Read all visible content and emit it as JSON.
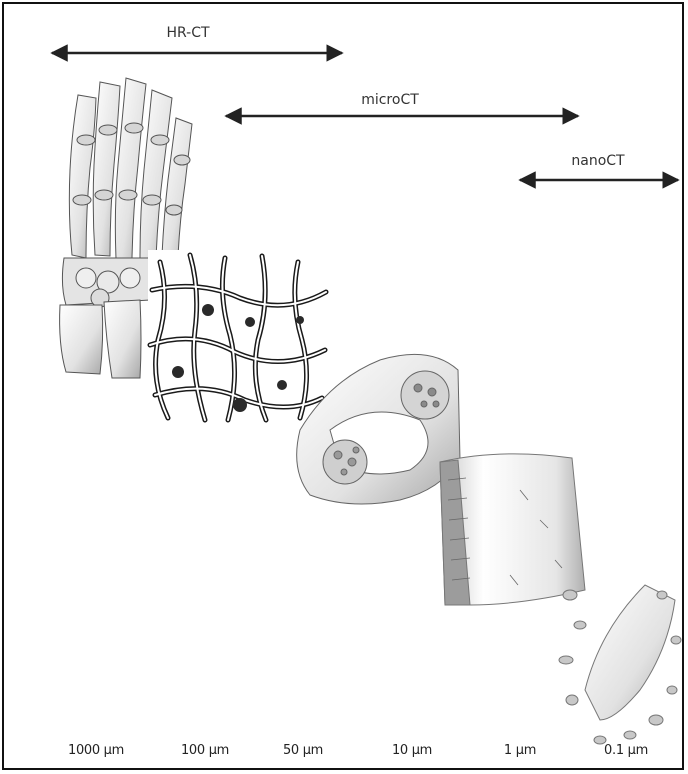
{
  "ranges": [
    {
      "id": "hrct",
      "label": "HR-CT"
    },
    {
      "id": "microct",
      "label": "microCT"
    },
    {
      "id": "nanoct",
      "label": "nanoCT"
    }
  ],
  "scale_labels": [
    "1000 µm",
    "100 µm",
    "50 µm",
    "10 µm",
    "1 µm",
    "0.1 µm"
  ],
  "colors": {
    "line": "#222222",
    "bone_fill": "#f2f2f2",
    "bone_shade": "#9a9a9a",
    "frame": "#111111"
  },
  "images": [
    {
      "id": "hand-skeleton",
      "icon": "hand-bone-icon"
    },
    {
      "id": "trabecular-network",
      "icon": "trabecular-bone-icon"
    },
    {
      "id": "trabecular-surface",
      "icon": "bone-surface-icon"
    },
    {
      "id": "osteon-cylinder",
      "icon": "cortical-cylinder-icon"
    },
    {
      "id": "nano-structure",
      "icon": "nano-bone-icon"
    }
  ]
}
